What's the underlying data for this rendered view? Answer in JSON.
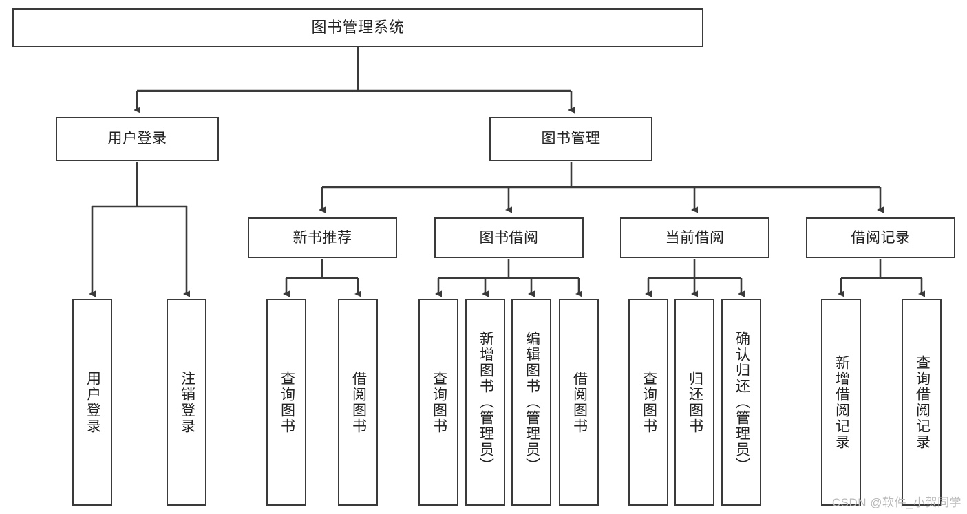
{
  "diagram": {
    "title": "图书管理系统",
    "type": "hierarchy-tree",
    "background": "#ffffff",
    "line_color": "#3a3a3a",
    "box_border_color": "#3a3a3a",
    "box_fill": "#ffffff",
    "text_color": "#222222"
  },
  "nodes": {
    "root": {
      "label": "图书管理系统"
    },
    "level2": [
      {
        "label": "用户登录"
      },
      {
        "label": "图书管理"
      }
    ],
    "level3": [
      {
        "label": "新书推荐"
      },
      {
        "label": "图书借阅"
      },
      {
        "label": "当前借阅"
      },
      {
        "label": "借阅记录"
      }
    ],
    "leaves": {
      "user_login": [
        {
          "label": "用户登录"
        },
        {
          "label": "注销登录"
        }
      ],
      "new_book_recommend": [
        {
          "label": "查询图书"
        },
        {
          "label": "借阅图书"
        }
      ],
      "book_borrow": [
        {
          "label": "查询图书"
        },
        {
          "label": "新增图书（管理员）"
        },
        {
          "label": "编辑图书（管理员）"
        },
        {
          "label": "借阅图书"
        }
      ],
      "current_borrow": [
        {
          "label": "查询图书"
        },
        {
          "label": "归还图书"
        },
        {
          "label": "确认归还（管理员）"
        }
      ],
      "borrow_record": [
        {
          "label": "新增借阅记录"
        },
        {
          "label": "查询借阅记录"
        }
      ]
    }
  },
  "watermark": {
    "text": "CSDN @软件_小贺同学"
  }
}
